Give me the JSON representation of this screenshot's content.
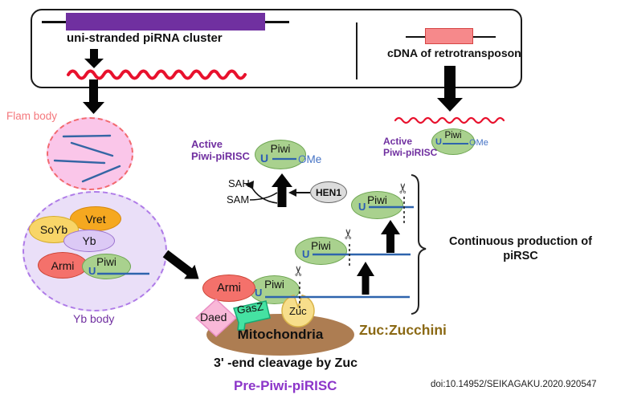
{
  "diagram": {
    "source_box": {
      "uni_cluster_label": "uni-stranded piRNA cluster",
      "cdna_label": "cDNA of retrotransposon"
    },
    "bodies": {
      "flam_label": "Flam body",
      "yb_label": "Yb body"
    },
    "proteins": {
      "vret": "Vret",
      "soyb": "SoYb",
      "yb": "Yb",
      "armi": "Armi",
      "piwi": "Piwi",
      "hen1": "HEN1",
      "gasz": "GasZ",
      "daed": "Daed",
      "zuc": "Zuc"
    },
    "rna": {
      "u": "U",
      "ome": "OMe"
    },
    "molecules": {
      "sah": "SAH",
      "sam": "SAM"
    },
    "labels": {
      "active_line1": "Active",
      "active_line2": "Piwi-piRISC",
      "continuous": "Continuous production of piRSC",
      "mitochondria": "Mitochondria",
      "cleavage": "3' -end cleavage by Zuc",
      "zuc_zucchini": "Zuc:Zucchini",
      "pre_pirisc": "Pre-Piwi-piRISC",
      "doi": "doi:10.14952/SEIKAGAKU.2020.920547"
    },
    "icons": {
      "scissors": "✂"
    },
    "colors": {
      "gene_purple": "#7030A0",
      "purple_text": "#7030A0",
      "pre_pirisc_purple": "#8C35C9",
      "zucchini_gold": "#8B6914",
      "piwi_green": "#A9D18E",
      "armi_red": "#F4716B",
      "vret_orange": "#F5A820",
      "soyb_yellow": "#F8D568",
      "yb_lavender": "#DCC9F5",
      "gasz_green": "#45E2A2",
      "daed_pink": "#F9B8D8",
      "zuc_yellow": "#F7DE8B",
      "mito_brown": "#AD7D52",
      "hen1_gray": "#DCDCDC",
      "flam_pink": "#FAC6E9",
      "yb_body_fill": "#EADFF8",
      "rna_red": "#E8112D",
      "rna_blue": "#2E64AD",
      "cdna_salmon": "#F6898B",
      "flam_label_salmon": "#F4787D"
    }
  }
}
